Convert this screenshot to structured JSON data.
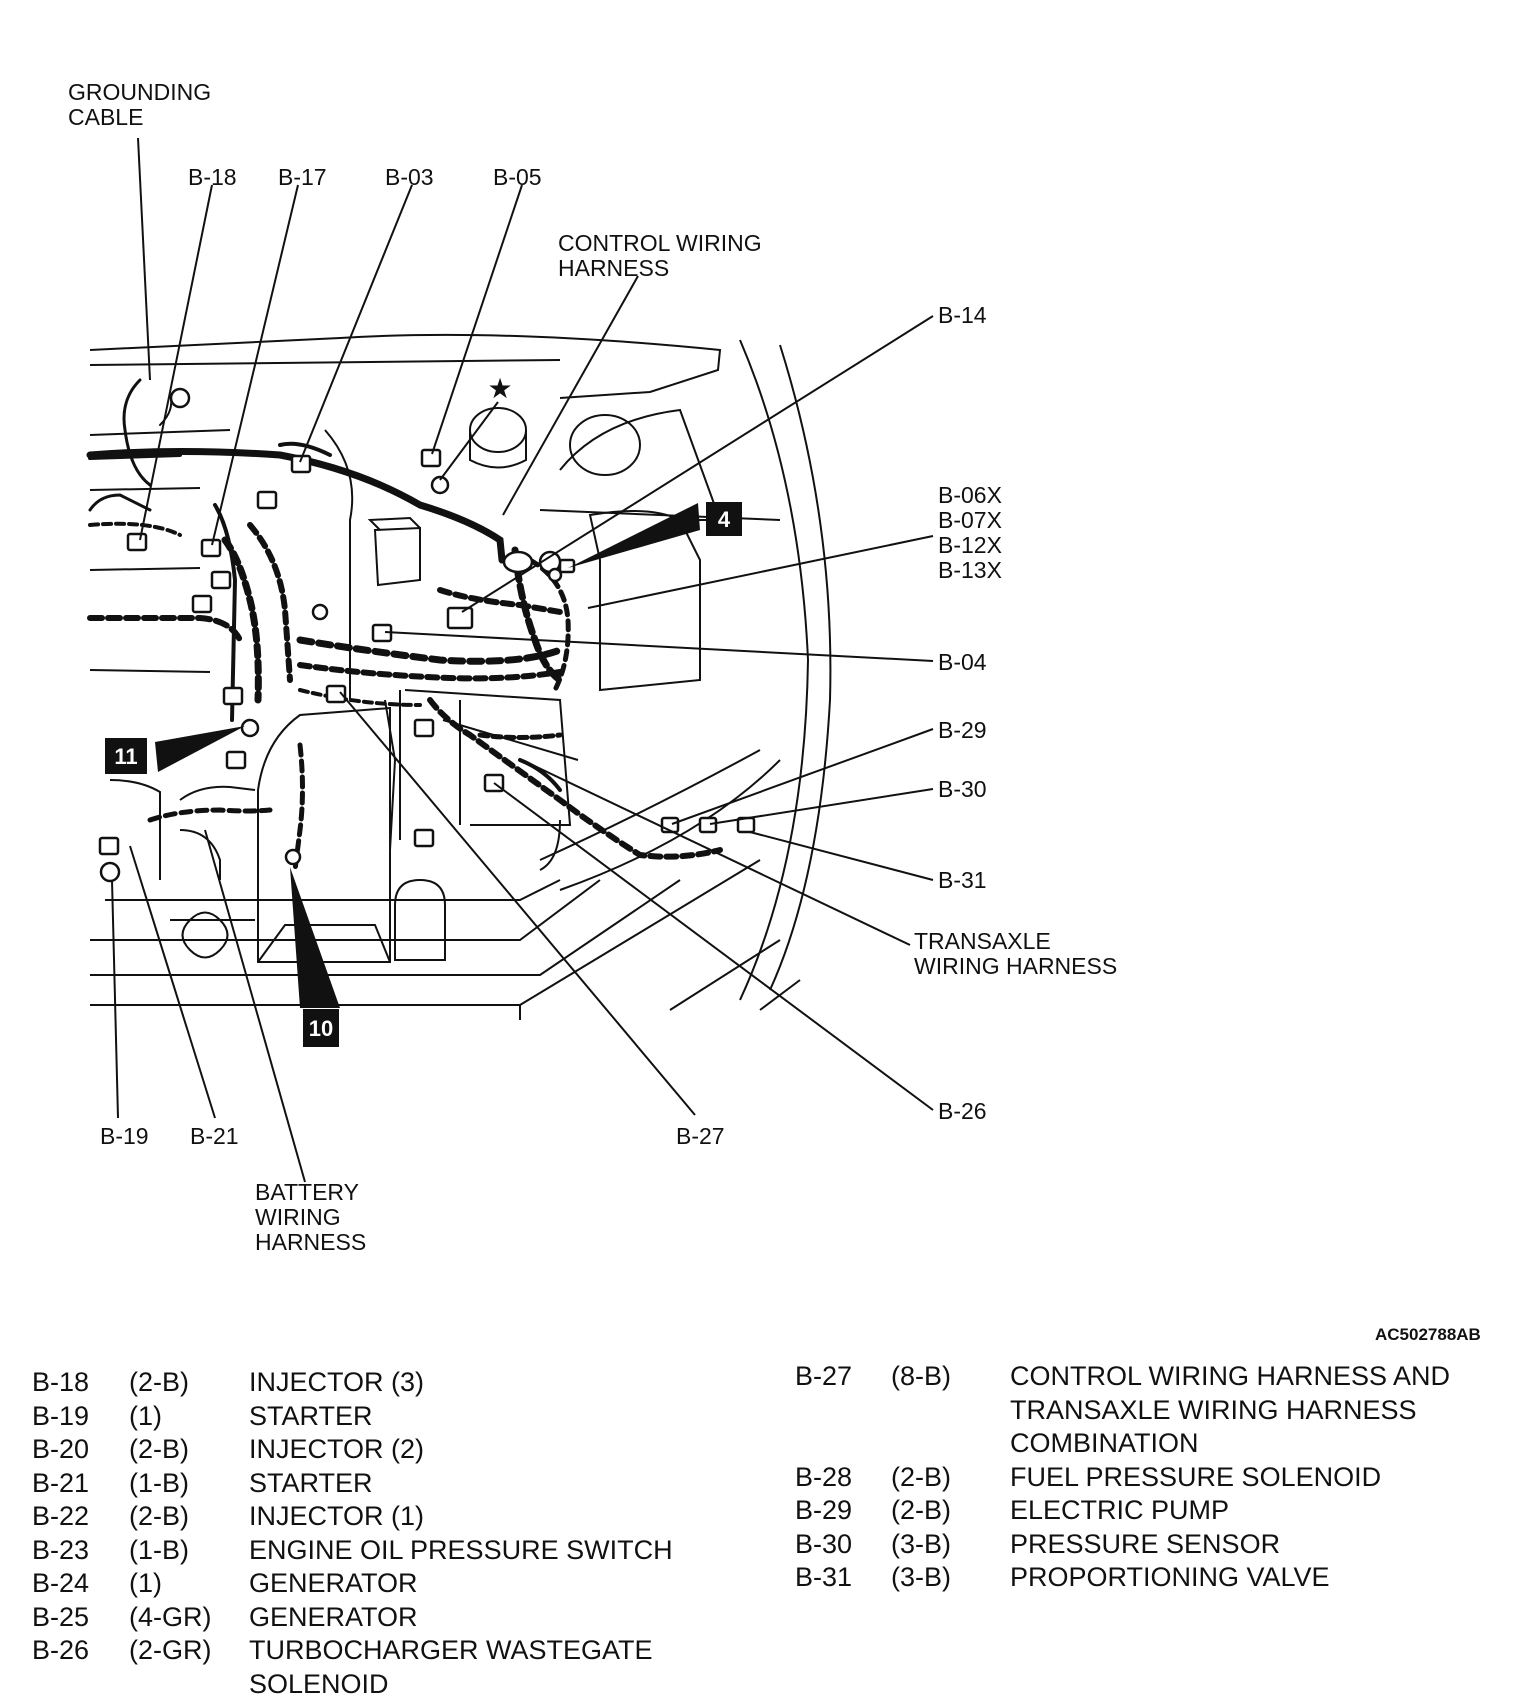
{
  "labels": {
    "grounding_cable": [
      "GROUNDING",
      "CABLE"
    ],
    "b18": "B-18",
    "b17": "B-17",
    "b03": "B-03",
    "b05": "B-05",
    "control_wiring_harness": [
      "CONTROL WIRING",
      "HARNESS"
    ],
    "b14": "B-14",
    "b06_group": [
      "B-06X",
      "B-07X",
      "B-12X",
      "B-13X"
    ],
    "b04": "B-04",
    "b29": "B-29",
    "b30": "B-30",
    "b31": "B-31",
    "transaxle_wiring_harness": [
      "TRANSAXLE",
      "WIRING HARNESS"
    ],
    "b26": "B-26",
    "b27": "B-27",
    "b19": "B-19",
    "b21": "B-21",
    "battery_wiring_harness": [
      "BATTERY",
      "WIRING",
      "HARNESS"
    ],
    "star": "★"
  },
  "callouts": [
    "4",
    "11",
    "10"
  ],
  "figure_code": "AC502788AB",
  "legend_left": [
    {
      "code": "B-18",
      "type": "(2-B)",
      "desc": "INJECTOR (3)"
    },
    {
      "code": "B-19",
      "type": "(1)",
      "desc": "STARTER"
    },
    {
      "code": "B-20",
      "type": "(2-B)",
      "desc": "INJECTOR (2)"
    },
    {
      "code": "B-21",
      "type": "(1-B)",
      "desc": "STARTER"
    },
    {
      "code": "B-22",
      "type": "(2-B)",
      "desc": "INJECTOR (1)"
    },
    {
      "code": "B-23",
      "type": "(1-B)",
      "desc": "ENGINE OIL PRESSURE SWITCH"
    },
    {
      "code": "B-24",
      "type": "(1)",
      "desc": "GENERATOR"
    },
    {
      "code": "B-25",
      "type": "(4-GR)",
      "desc": "GENERATOR"
    },
    {
      "code": "B-26",
      "type": "(2-GR)",
      "desc": "TURBOCHARGER WASTEGATE",
      "desc2": "SOLENOID"
    }
  ],
  "legend_right": [
    {
      "code": "B-27",
      "type": "(8-B)",
      "desc": "CONTROL WIRING HARNESS AND",
      "desc2": "TRANSAXLE WIRING HARNESS",
      "desc3": "COMBINATION"
    },
    {
      "code": "B-28",
      "type": "(2-B)",
      "desc": "FUEL PRESSURE SOLENOID"
    },
    {
      "code": "B-29",
      "type": "(2-B)",
      "desc": "ELECTRIC PUMP"
    },
    {
      "code": "B-30",
      "type": "(3-B)",
      "desc": "PRESSURE SENSOR"
    },
    {
      "code": "B-31",
      "type": "(3-B)",
      "desc": "PROPORTIONING VALVE"
    }
  ]
}
